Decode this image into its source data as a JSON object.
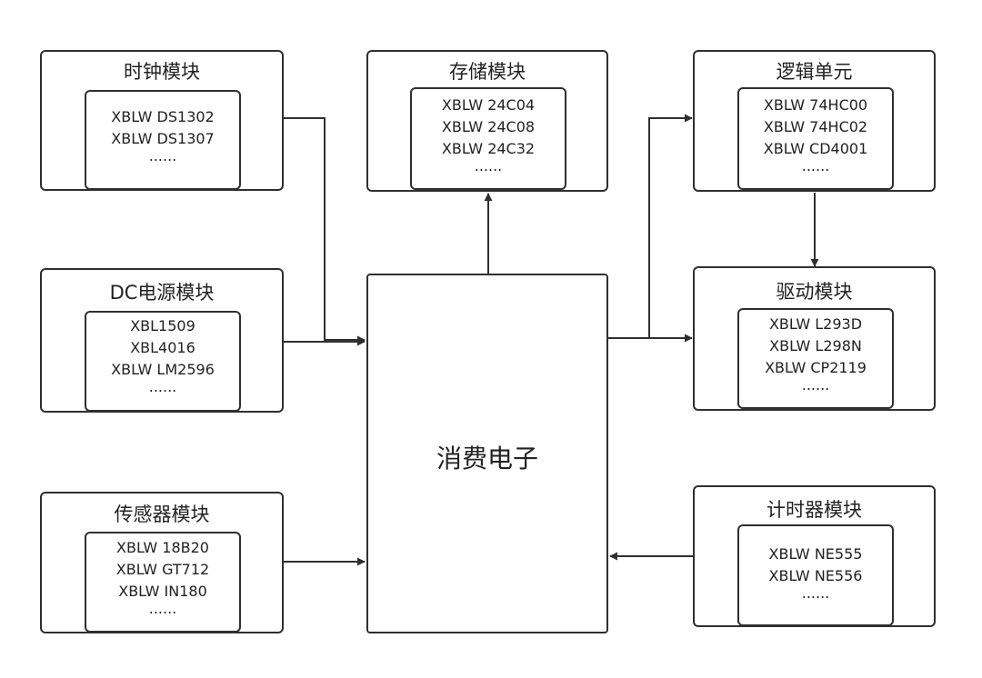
{
  "center": {
    "label": "消费电子"
  },
  "modules": {
    "clock": {
      "title": "时钟模块",
      "parts": [
        "XBLW DS1302",
        "XBLW DS1307",
        "......"
      ]
    },
    "power": {
      "title": "DC电源模块",
      "parts": [
        "XBL1509",
        "XBL4016",
        "XBLW LM2596",
        "......"
      ]
    },
    "sensor": {
      "title": "传感器模块",
      "parts": [
        "XBLW 18B20",
        "XBLW GT712",
        "XBLW IN180",
        "......"
      ]
    },
    "storage": {
      "title": "存储模块",
      "parts": [
        "XBLW 24C04",
        "XBLW 24C08",
        "XBLW 24C32",
        "......"
      ]
    },
    "logic": {
      "title": "逻辑单元",
      "parts": [
        "XBLW 74HC00",
        "XBLW 74HC02",
        "XBLW CD4001",
        "......"
      ]
    },
    "driver": {
      "title": "驱动模块",
      "parts": [
        "XBLW L293D",
        "XBLW L298N",
        "XBLW CP2119",
        "......"
      ]
    },
    "timer": {
      "title": "计时器模块",
      "parts": [
        "XBLW NE555",
        "XBLW NE556",
        "......"
      ]
    }
  },
  "connections": [
    {
      "from": "clock",
      "to": "center"
    },
    {
      "from": "power",
      "to": "center"
    },
    {
      "from": "sensor",
      "to": "center"
    },
    {
      "from": "center",
      "to": "storage"
    },
    {
      "from": "center",
      "to": "logic"
    },
    {
      "from": "center",
      "to": "driver"
    },
    {
      "from": "logic",
      "to": "driver"
    },
    {
      "from": "timer",
      "to": "center"
    }
  ]
}
